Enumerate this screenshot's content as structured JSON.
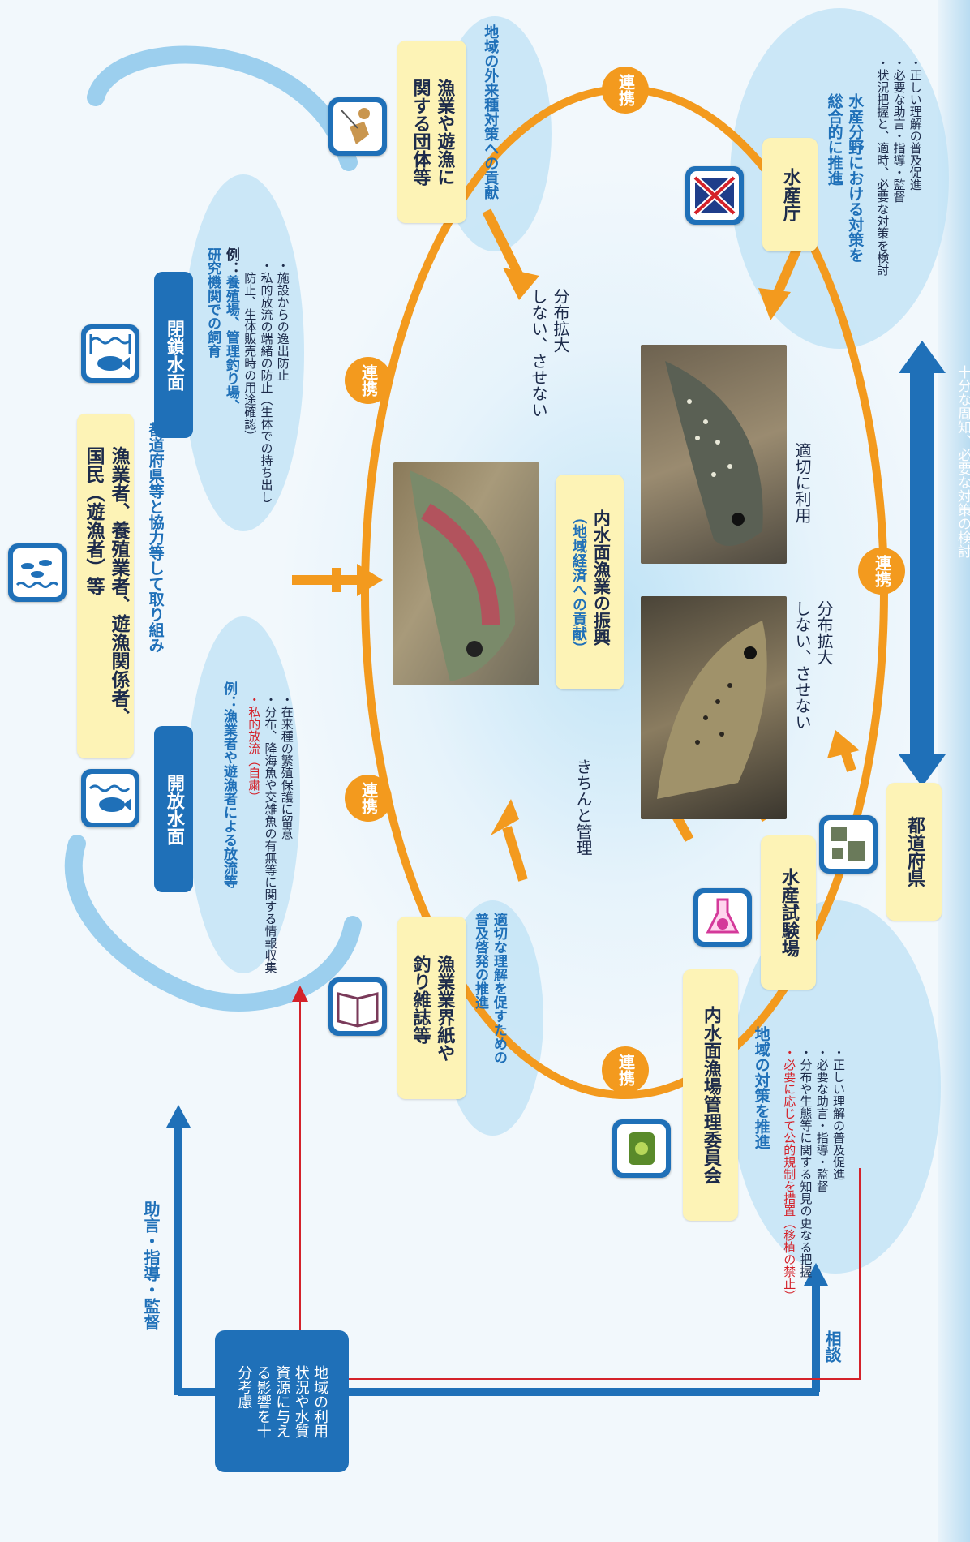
{
  "top_group": {
    "title_lines": [
      "漁業者、養殖業者、遊漁関係者、",
      "国民（遊漁者）等"
    ],
    "subtitle": "都道府県等と協力等して取り組み"
  },
  "open_water": {
    "label": "開放水面",
    "example": "例：漁業者や遊漁者による放流等",
    "bullets": [
      "・在来種の繁殖保護に留意",
      "・分布、降海魚や交雑魚の有無等に関する情報収集"
    ],
    "red_bullet_main": "・私的放流",
    "red_bullet_paren": "（自粛）"
  },
  "closed_water": {
    "label": "閉鎖水面",
    "example_prefix": "例：",
    "example_lines": [
      "養殖場、管理釣り場、",
      "研究機関での飼育"
    ],
    "bullets": [
      "・施設からの逸出防止",
      "・私的放流の端緒の防止（生体での持ち出し",
      "　防止、生体販売時の用途確認）"
    ]
  },
  "groups_org": {
    "label_lines": [
      "漁業や遊漁に",
      "関する団体等"
    ],
    "contribution": "地域の外来種対策への貢献"
  },
  "fisheries_agency": {
    "label": "水産庁",
    "heading_lines": [
      "水産分野における対策を",
      "総合的に推進"
    ],
    "bullets": [
      "・正しい理解の普及促進",
      "・必要な助言・指導・監督",
      "・状況把握と、適時、必要な対策を検討"
    ]
  },
  "center": {
    "title": "内水面漁業の振興",
    "subtitle": "（地域経済への貢献）",
    "text_not_spread_1_lines": [
      "分布拡大",
      "しない、させない"
    ],
    "text_use": "適切に利用",
    "text_not_spread_2_lines": [
      "分布拡大",
      "しない、させない"
    ],
    "text_manage": "きちんと管理"
  },
  "cooperation_label": "連携",
  "industry_media": {
    "label_lines": [
      "漁業業界紙や",
      "釣り雑誌等"
    ],
    "promo_lines": [
      "適切な理解を促すための",
      "普及啓発の推進"
    ]
  },
  "committee": {
    "label": "内水面漁場管理委員会",
    "heading": "地域の対策を推進",
    "bullets": [
      "・正しい理解の普及促進",
      "・必要な助言・指導・監督",
      "・分布や生態等に関する知見の更なる把握"
    ],
    "red_bullet": "・必要に応じて公的規制を措置（移植の禁止）"
  },
  "experiment_station": {
    "label": "水産試験場"
  },
  "prefecture": {
    "label": "都道府県"
  },
  "double_arrow_text": "十分な周知、必要な対策の検討",
  "left_panel": {
    "text_lines": [
      "地域の利用",
      "状況や水質",
      "資源に与え",
      "る影響を十",
      "分考慮"
    ],
    "advice_label": "助言・指導・監督",
    "consult_label": "相談"
  },
  "icons": {
    "top_group": "fish-school-icon",
    "open_water": "open-water-fish-icon",
    "closed_water": "closed-water-fish-icon",
    "groups_org": "angler-person-icon",
    "fisheries_agency": "fisheries-agency-flag-icon",
    "industry_media": "open-book-icon",
    "experiment_station": "flask-icon",
    "prefecture": "prefecture-map-icon",
    "committee": "committee-crest-icon"
  },
  "colors": {
    "orange": "#f39a1e",
    "blue": "#1f70b8",
    "yellow": "#fdf3b6",
    "red": "#d4222a",
    "lightblue": "#bfe3f6"
  }
}
